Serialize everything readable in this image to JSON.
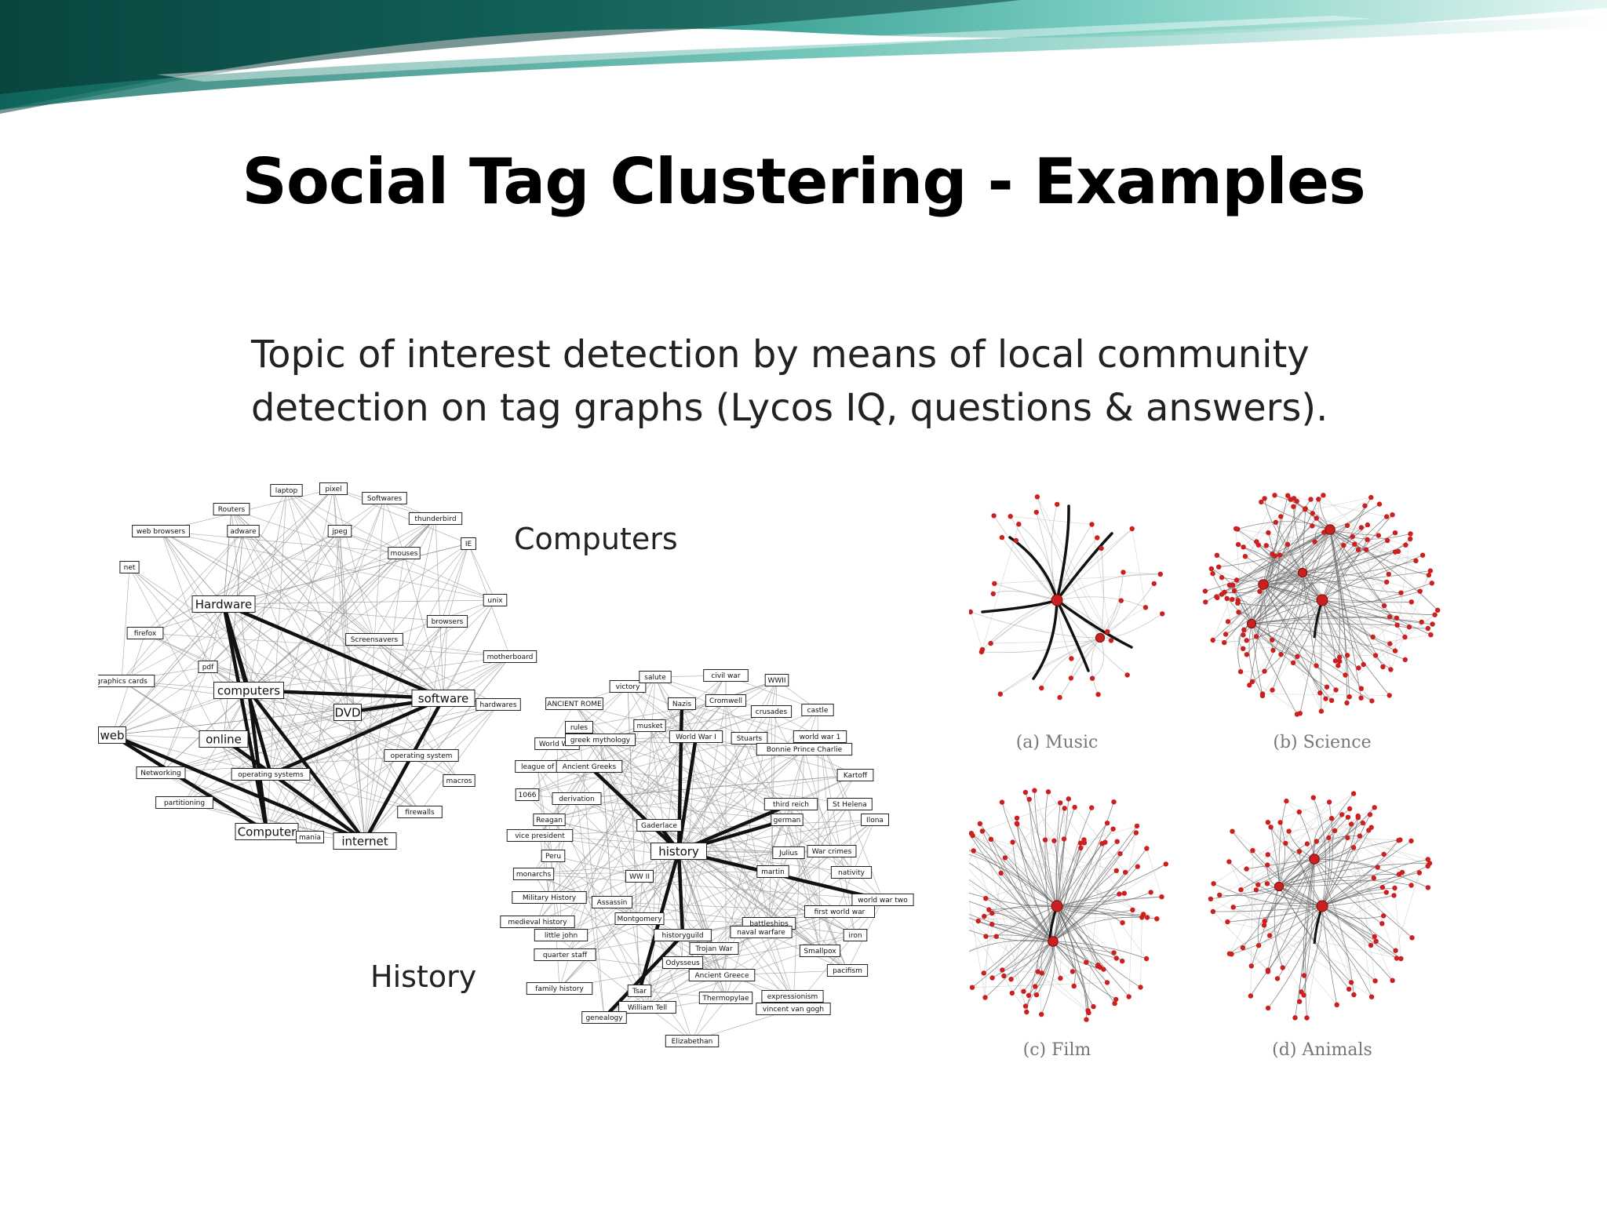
{
  "slide": {
    "title": "Social Tag Clustering - Examples",
    "subtitle_lines": [
      "Topic of interest detection by means of local community",
      "detection on tag graphs (Lycos IQ, questions & answers)."
    ]
  },
  "computers_graph": {
    "title": "Computers",
    "tags": [
      {
        "label": "laptop",
        "big": false
      },
      {
        "label": "pixel",
        "big": false
      },
      {
        "label": "Softwares",
        "big": false
      },
      {
        "label": "Routers",
        "big": false
      },
      {
        "label": "thunderbird",
        "big": false
      },
      {
        "label": "web browsers",
        "big": false
      },
      {
        "label": "adware",
        "big": false
      },
      {
        "label": "jpeg",
        "big": false
      },
      {
        "label": "IE",
        "big": false
      },
      {
        "label": "mouses",
        "big": false
      },
      {
        "label": "net",
        "big": false
      },
      {
        "label": "Hardware",
        "big": true
      },
      {
        "label": "unix",
        "big": false
      },
      {
        "label": "browsers",
        "big": false
      },
      {
        "label": "firefox",
        "big": false
      },
      {
        "label": "Screensavers",
        "big": false
      },
      {
        "label": "motherboard",
        "big": false
      },
      {
        "label": "pdf",
        "big": false
      },
      {
        "label": "graphics cards",
        "big": false
      },
      {
        "label": "computers",
        "big": true
      },
      {
        "label": "software",
        "big": true
      },
      {
        "label": "DVD",
        "big": true
      },
      {
        "label": "hardwares",
        "big": false
      },
      {
        "label": "web",
        "big": true
      },
      {
        "label": "online",
        "big": true
      },
      {
        "label": "operating system",
        "big": false
      },
      {
        "label": "Networking",
        "big": false
      },
      {
        "label": "operating systems",
        "big": false
      },
      {
        "label": "macros",
        "big": false
      },
      {
        "label": "partitioning",
        "big": false
      },
      {
        "label": "firewalls",
        "big": false
      },
      {
        "label": "Computer",
        "big": true
      },
      {
        "label": "mania",
        "big": false
      },
      {
        "label": "internet",
        "big": true
      }
    ]
  },
  "history_graph": {
    "title": "History",
    "tags": [
      {
        "label": "victory",
        "big": false
      },
      {
        "label": "salute",
        "big": false
      },
      {
        "label": "civil war",
        "big": false
      },
      {
        "label": "WWII",
        "big": false
      },
      {
        "label": "ANCIENT ROME",
        "big": false
      },
      {
        "label": "Nazis",
        "big": false
      },
      {
        "label": "Cromwell",
        "big": false
      },
      {
        "label": "crusades",
        "big": false
      },
      {
        "label": "castle",
        "big": false
      },
      {
        "label": "rules",
        "big": false
      },
      {
        "label": "musket",
        "big": false
      },
      {
        "label": "World War",
        "big": false
      },
      {
        "label": "greek mythology",
        "big": false
      },
      {
        "label": "World War I",
        "big": false
      },
      {
        "label": "Stuarts",
        "big": false
      },
      {
        "label": "world war 1",
        "big": false
      },
      {
        "label": "Bonnie Prince Charlie",
        "big": false
      },
      {
        "label": "league of",
        "big": false
      },
      {
        "label": "Ancient Greeks",
        "big": false
      },
      {
        "label": "Kartoff",
        "big": false
      },
      {
        "label": "1066",
        "big": false
      },
      {
        "label": "derivation",
        "big": false
      },
      {
        "label": "third reich",
        "big": false
      },
      {
        "label": "St Helena",
        "big": false
      },
      {
        "label": "Reagan",
        "big": false
      },
      {
        "label": "Gaderlace",
        "big": false
      },
      {
        "label": "german",
        "big": false
      },
      {
        "label": "Ilona",
        "big": false
      },
      {
        "label": "vice president",
        "big": false
      },
      {
        "label": "history",
        "big": true
      },
      {
        "label": "Julius",
        "big": false
      },
      {
        "label": "War crimes",
        "big": false
      },
      {
        "label": "Peru",
        "big": false
      },
      {
        "label": "monarchs",
        "big": false
      },
      {
        "label": "WW II",
        "big": false
      },
      {
        "label": "martin",
        "big": false
      },
      {
        "label": "nativity",
        "big": false
      },
      {
        "label": "Military History",
        "big": false
      },
      {
        "label": "Assassin",
        "big": false
      },
      {
        "label": "world war two",
        "big": false
      },
      {
        "label": "first world war",
        "big": false
      },
      {
        "label": "medieval history",
        "big": false
      },
      {
        "label": "Montgomery",
        "big": false
      },
      {
        "label": "battleships",
        "big": false
      },
      {
        "label": "little john",
        "big": false
      },
      {
        "label": "historyguild",
        "big": false
      },
      {
        "label": "naval warfare",
        "big": false
      },
      {
        "label": "iron",
        "big": false
      },
      {
        "label": "quarter staff",
        "big": false
      },
      {
        "label": "Trojan War",
        "big": false
      },
      {
        "label": "Smallpox",
        "big": false
      },
      {
        "label": "Odysseus",
        "big": false
      },
      {
        "label": "Ancient Greece",
        "big": false
      },
      {
        "label": "pacifism",
        "big": false
      },
      {
        "label": "family history",
        "big": false
      },
      {
        "label": "Tsar",
        "big": false
      },
      {
        "label": "Thermopylae",
        "big": false
      },
      {
        "label": "expressionism",
        "big": false
      },
      {
        "label": "William Tell",
        "big": false
      },
      {
        "label": "vincent van gogh",
        "big": false
      },
      {
        "label": "genealogy",
        "big": false
      },
      {
        "label": "Elizabethan",
        "big": false
      }
    ]
  },
  "network_panels": [
    {
      "caption": "(a) Music"
    },
    {
      "caption": "(b) Science"
    },
    {
      "caption": "(c) Film"
    },
    {
      "caption": "(d) Animals"
    }
  ],
  "colors": {
    "node_red": "#cc1f1f",
    "edge_gray": "#b8b8b8",
    "banner_teal_dark": "#0d5a52",
    "banner_teal_light": "#3aa89a"
  }
}
